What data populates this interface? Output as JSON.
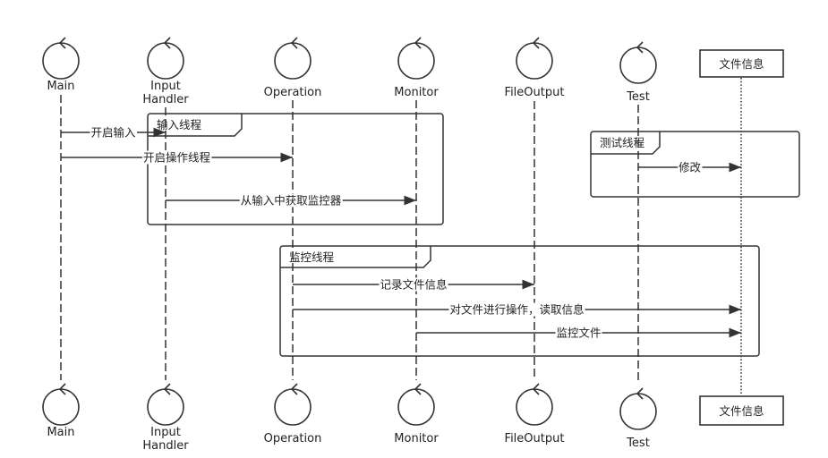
{
  "colors": {
    "stroke": "#333333",
    "background": "#ffffff",
    "text": "#222222"
  },
  "participants": [
    {
      "id": "main",
      "kind": "control",
      "label": [
        "Main"
      ]
    },
    {
      "id": "input",
      "kind": "control",
      "label": [
        "Input",
        "Handler"
      ]
    },
    {
      "id": "op",
      "kind": "control",
      "label": [
        "Operation"
      ]
    },
    {
      "id": "mon",
      "kind": "control",
      "label": [
        "Monitor"
      ]
    },
    {
      "id": "fo",
      "kind": "control",
      "label": [
        "FileOutput"
      ]
    },
    {
      "id": "test",
      "kind": "control",
      "label": [
        "Test"
      ]
    },
    {
      "id": "file",
      "kind": "entity-box",
      "label": [
        "文件信息"
      ]
    }
  ],
  "fragments": [
    {
      "id": "input-thread",
      "label": "输入线程"
    },
    {
      "id": "test-thread",
      "label": "测试线程"
    },
    {
      "id": "monitor-thread",
      "label": "监控线程"
    }
  ],
  "messages": [
    {
      "id": "start-input",
      "from": "main",
      "to": "input",
      "label": "开启输入"
    },
    {
      "id": "start-op",
      "from": "main",
      "to": "op",
      "label": "开启操作线程"
    },
    {
      "id": "get-monitor",
      "from": "input",
      "to": "mon",
      "label": "从输入中获取监控器"
    },
    {
      "id": "modify",
      "from": "test",
      "to": "file",
      "label": "修改"
    },
    {
      "id": "record-info",
      "from": "op",
      "to": "fo",
      "label": "记录文件信息"
    },
    {
      "id": "operate-read",
      "from": "op",
      "to": "file",
      "label": "对文件进行操作，读取信息"
    },
    {
      "id": "monitor-file",
      "from": "mon",
      "to": "file",
      "label": "监控文件"
    }
  ]
}
